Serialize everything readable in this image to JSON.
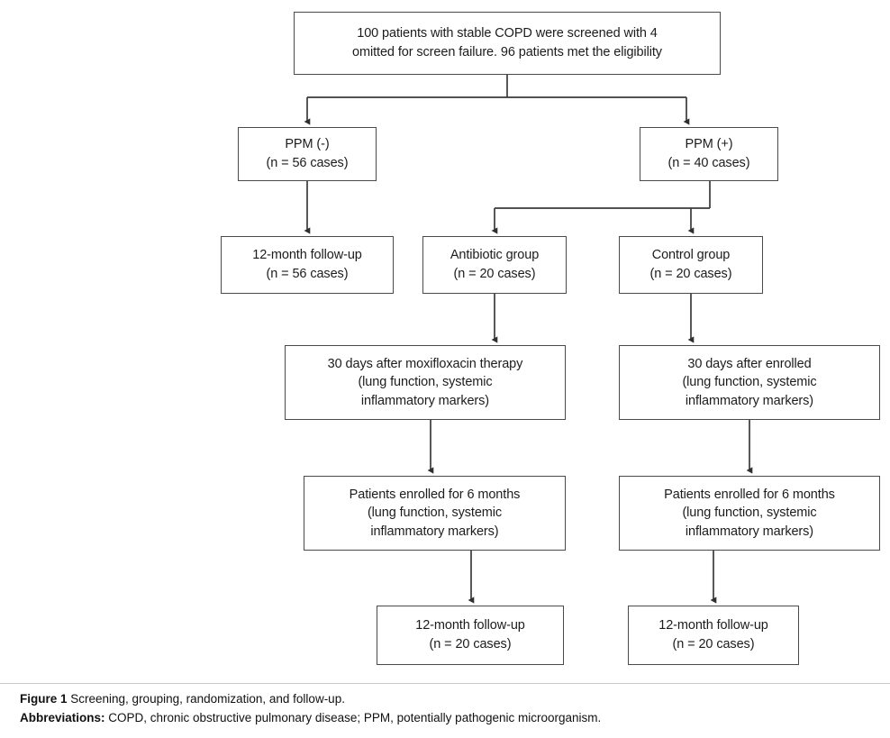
{
  "figure": {
    "title_label": "Figure 1",
    "title_text": "Screening, grouping, randomization, and follow-up.",
    "abbrev_label": "Abbreviations:",
    "abbrev_text": "COPD, chronic obstructive pulmonary disease; PPM, potentially pathogenic microorganism.",
    "colors": {
      "box_border": "#4a4a4a",
      "connector": "#3a3a3a",
      "text": "#1c1c1c",
      "background": "#ffffff"
    }
  },
  "flowchart": {
    "type": "flowchart",
    "orientation": "top-down",
    "nodes": [
      {
        "id": "screening",
        "text": "100 patients with stable COPD were  screened with 4\nomitted for screen failure. 96 patients met the eligibility",
        "level": 0
      },
      {
        "id": "ppm_negative",
        "text": "PPM (-)\n(n = 56 cases)",
        "level": 1,
        "n": 56
      },
      {
        "id": "ppm_positive",
        "text": "PPM (+)\n(n = 40 cases)",
        "level": 1,
        "n": 40
      },
      {
        "id": "ppm_negative_followup",
        "text": "12-month follow-up\n(n = 56 cases)",
        "level": 2,
        "n": 56
      },
      {
        "id": "antibiotic_group",
        "text": "Antibiotic group\n(n = 20 cases)",
        "level": 2,
        "n": 20
      },
      {
        "id": "control_group",
        "text": "Control group\n(n = 20 cases)",
        "level": 2,
        "n": 20
      },
      {
        "id": "antibiotic_30_days",
        "text": "30 days after moxifloxacin therapy\n(lung function, systemic\ninflammatory markers)",
        "level": 3
      },
      {
        "id": "control_30_days",
        "text": "30 days after enrolled\n(lung function, systemic\ninflammatory markers)",
        "level": 3
      },
      {
        "id": "antibiotic_6_months",
        "text": "Patients enrolled for 6 months\n(lung function, systemic\ninflammatory markers)",
        "level": 4
      },
      {
        "id": "control_6_months",
        "text": "Patients enrolled for 6 months\n(lung function, systemic\ninflammatory markers)",
        "level": 4
      },
      {
        "id": "antibiotic_12_months",
        "text": "12-month follow-up\n(n = 20 cases)",
        "level": 5,
        "n": 20
      },
      {
        "id": "control_12_months",
        "text": "12-month follow-up\n(n = 20 cases)",
        "level": 5,
        "n": 20
      }
    ],
    "edges": [
      {
        "from": "screening",
        "to": "ppm_negative"
      },
      {
        "from": "screening",
        "to": "ppm_positive"
      },
      {
        "from": "ppm_negative",
        "to": "ppm_negative_followup"
      },
      {
        "from": "ppm_positive",
        "to": "antibiotic_group"
      },
      {
        "from": "ppm_positive",
        "to": "control_group"
      },
      {
        "from": "antibiotic_group",
        "to": "antibiotic_30_days"
      },
      {
        "from": "control_group",
        "to": "control_30_days"
      },
      {
        "from": "antibiotic_30_days",
        "to": "antibiotic_6_months"
      },
      {
        "from": "control_30_days",
        "to": "control_6_months"
      },
      {
        "from": "antibiotic_6_months",
        "to": "antibiotic_12_months"
      },
      {
        "from": "control_6_months",
        "to": "control_12_months"
      }
    ]
  }
}
